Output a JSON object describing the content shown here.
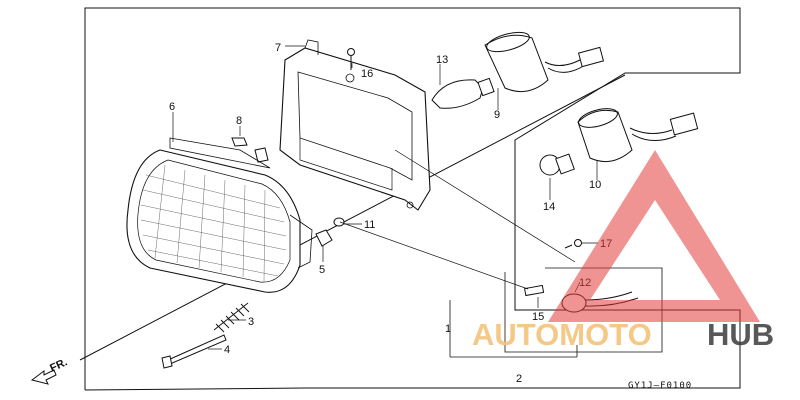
{
  "diagram": {
    "callouts": [
      "1",
      "2",
      "3",
      "4",
      "5",
      "6",
      "7",
      "8",
      "9",
      "10",
      "11",
      "12",
      "13",
      "14",
      "15",
      "16",
      "17"
    ],
    "part_code": "GY1J–F0100",
    "front_label": "FR."
  },
  "watermark": {
    "word_a": "AUTOMOTO",
    "word_b": "HUB",
    "color_a": "#f3c37a",
    "color_b": "#3b3b3b",
    "triangle_color": "#e43b3b"
  },
  "colors": {
    "line": "#111111",
    "background": "#ffffff"
  }
}
